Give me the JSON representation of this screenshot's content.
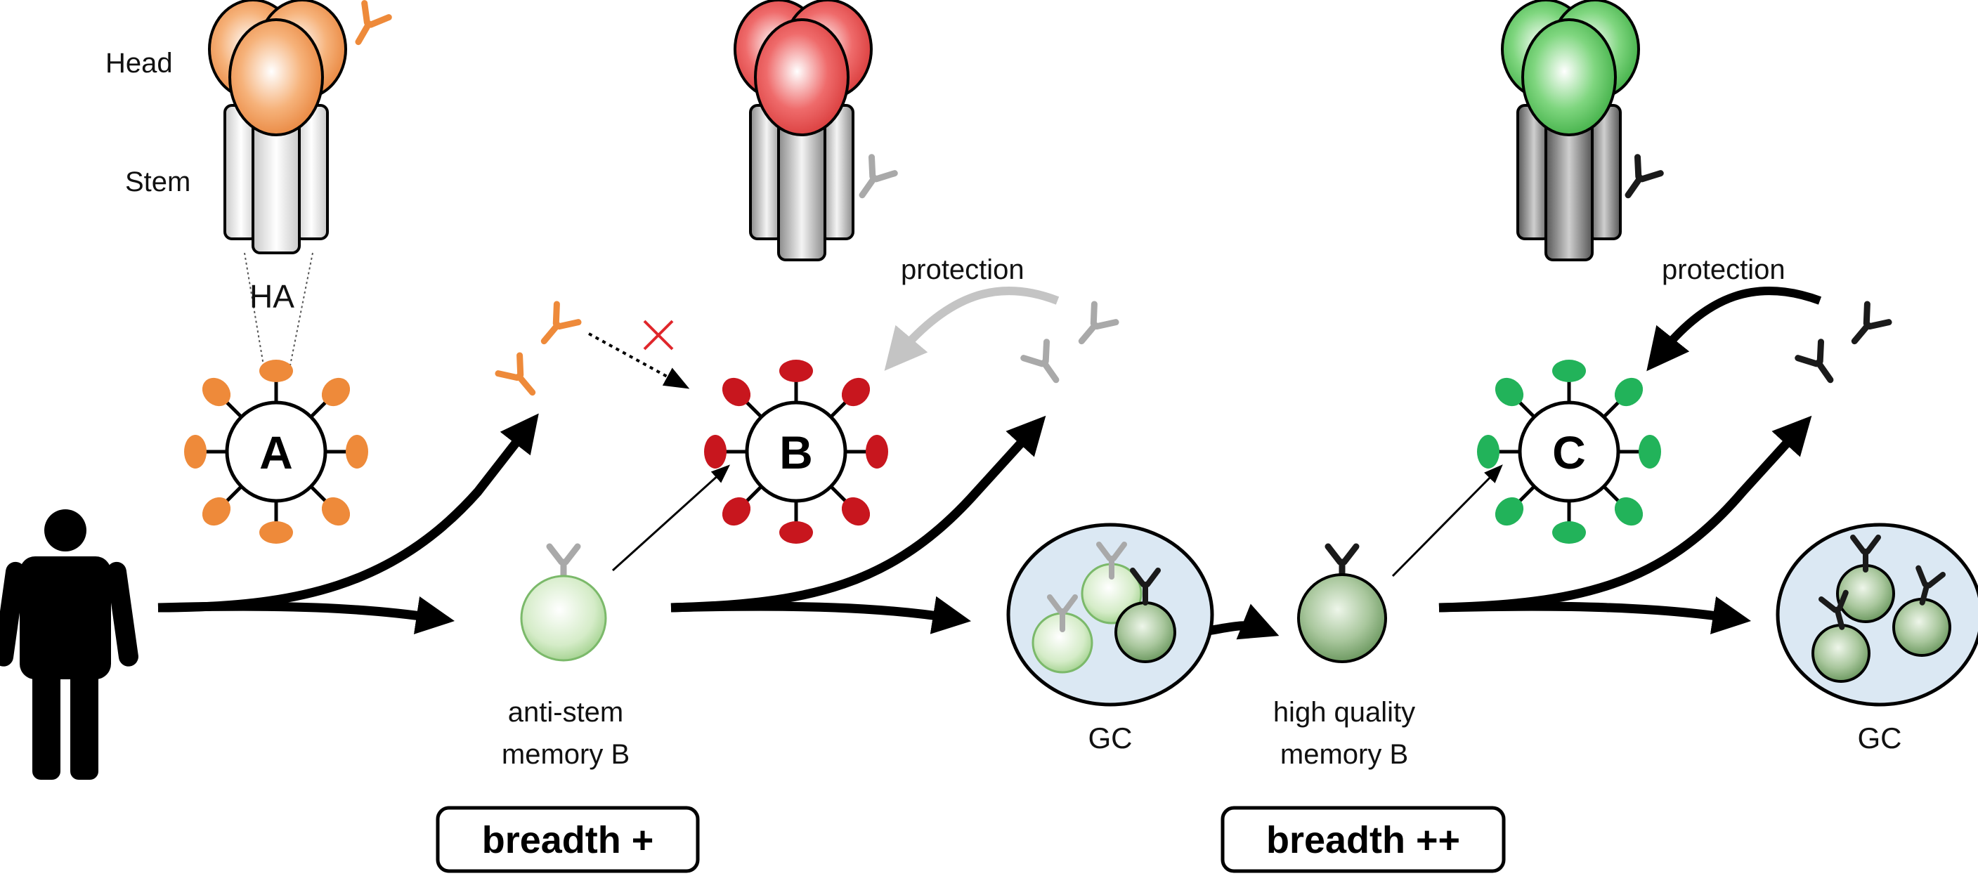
{
  "labels": {
    "head": "Head",
    "stem": "Stem",
    "ha": "HA",
    "protection_1": "protection",
    "protection_2": "protection",
    "anti_stem_line1": "anti-stem",
    "anti_stem_line2": "memory B",
    "gc_1": "GC",
    "high_quality_line1": "high quality",
    "high_quality_line2": "memory B",
    "gc_2": "GC"
  },
  "viruses": [
    {
      "letter": "A",
      "color": "#ee8a3a"
    },
    {
      "letter": "B",
      "color": "#c8161e"
    },
    {
      "letter": "C",
      "color": "#22b35a"
    }
  ],
  "badges": {
    "breadth_plus": "breadth +",
    "breadth_plus_plus": "breadth ++"
  },
  "colors": {
    "orange": "#ee8a3a",
    "red": "#c8161e",
    "green": "#22b35a",
    "gray_antibody": "#a9a9a9",
    "black_antibody": "#1a1a1a",
    "blocked_x": "#e0262b",
    "gc_fill": "#dbe8f3"
  }
}
